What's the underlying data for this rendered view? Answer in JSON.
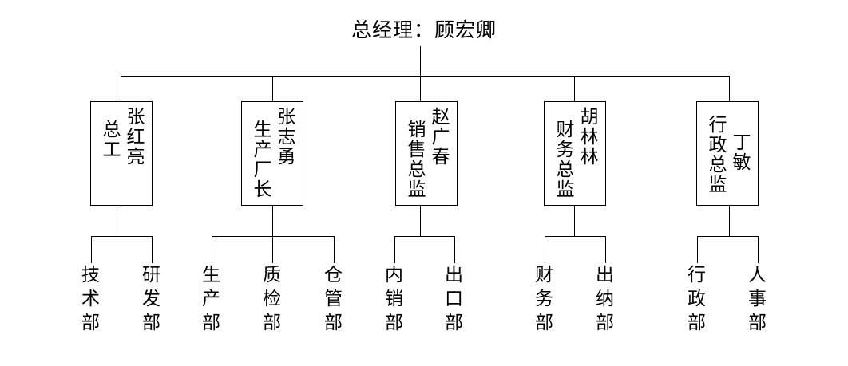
{
  "diagram": {
    "kind": "organization-chart",
    "title": "总经理：顾宏卿",
    "line_color": "#000000",
    "background_color": "#ffffff",
    "text_color": "#000000",
    "managers": [
      {
        "id": "chief-engineer",
        "name": "张红亮",
        "role": "总工",
        "departments": [
          "技术部",
          "研发部"
        ]
      },
      {
        "id": "production-manager",
        "name": "张志勇",
        "role": "生产厂长",
        "departments": [
          "生产部",
          "质检部",
          "仓管部"
        ]
      },
      {
        "id": "sales-director",
        "name": "赵广春",
        "role": "销售总监",
        "departments": [
          "内销部",
          "出口部"
        ]
      },
      {
        "id": "finance-director",
        "name": "胡林林",
        "role": "财务总监",
        "departments": [
          "财务部",
          "出纳部"
        ]
      },
      {
        "id": "admin-director",
        "name": "丁敏",
        "role": "行政总监",
        "departments": [
          "行政部",
          "人事部"
        ]
      }
    ]
  }
}
